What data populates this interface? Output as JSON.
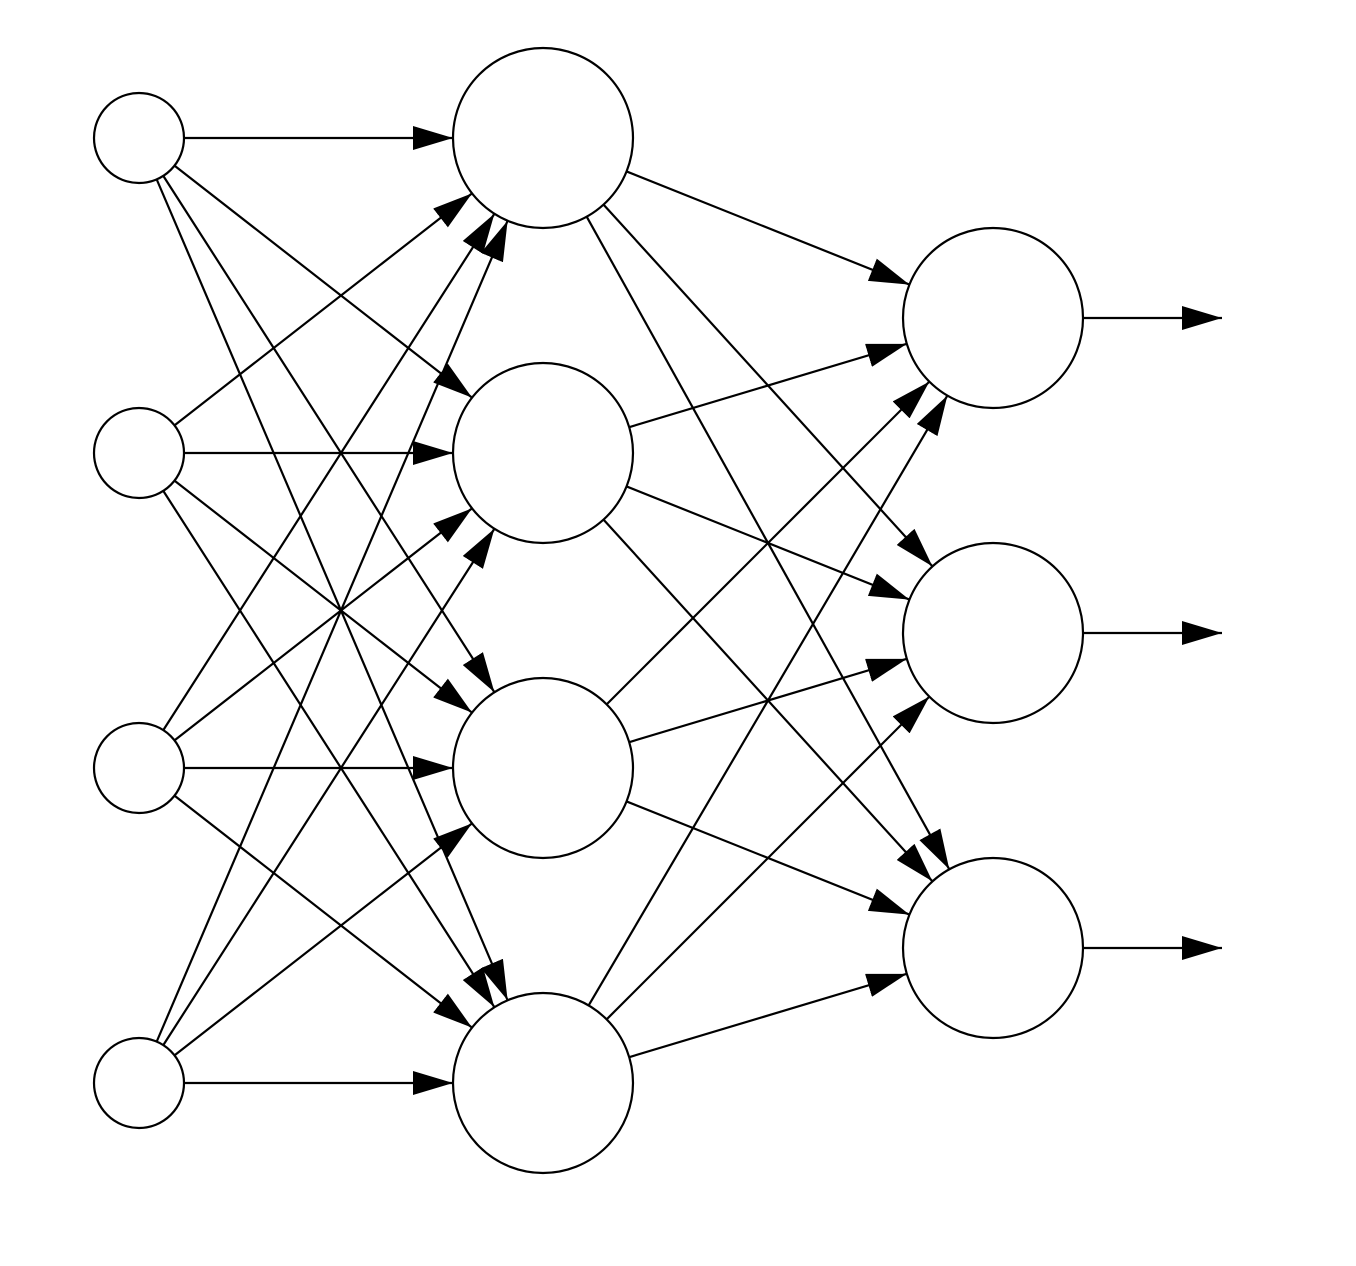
{
  "diagram": {
    "type": "feedforward-neural-network",
    "line_color": "#000000",
    "node_fill": "#ffffff",
    "layers": [
      {
        "name": "input",
        "nodes": 4
      },
      {
        "name": "hidden",
        "nodes": 4
      },
      {
        "name": "output",
        "nodes": 3
      }
    ],
    "connectivity": "fully-connected",
    "output_arrows": 3
  }
}
